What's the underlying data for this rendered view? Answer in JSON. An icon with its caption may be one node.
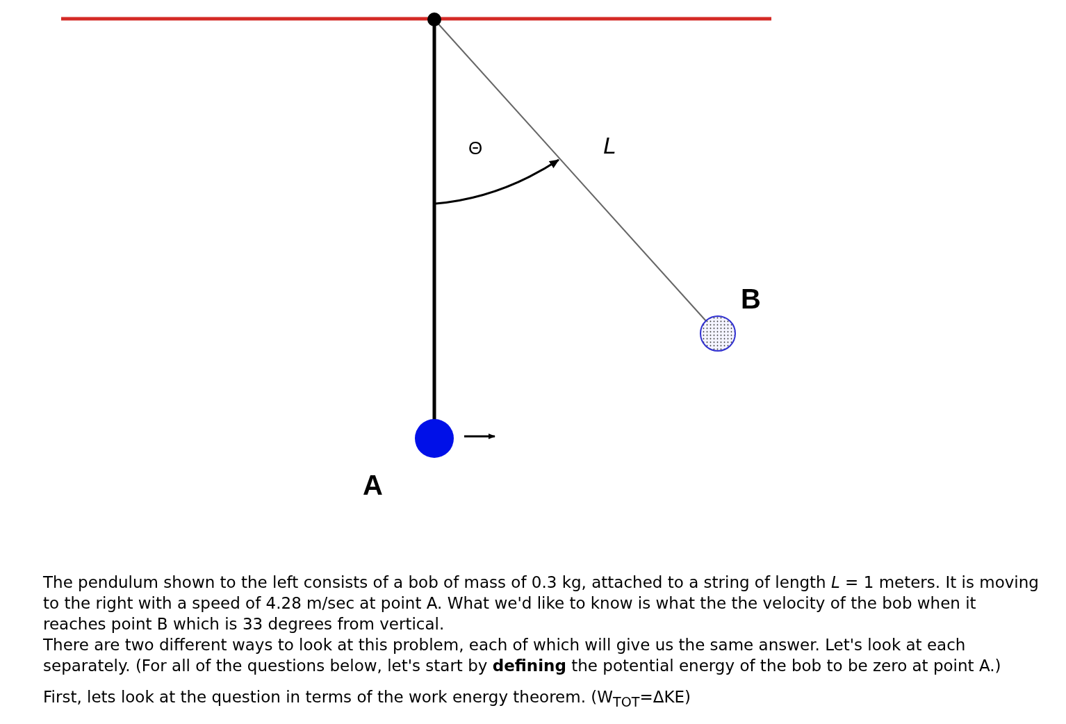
{
  "diagram": {
    "labels": [
      "Θ",
      "L",
      "B",
      "A",
      "The pendulum shown to the left consists of a bob of mass of 0.3 kg, attached to a string of length *L* = 1 meters. It is moving to the right with a speed of 4.28 m/sec at point A. What we'd like to know is what the the velocity of the bob when it reaches point B which is 33 degrees from vertical.",
      "There are two different ways to look at this problem, each of which will give us the same answer. Let's look at each separately. (For all of the questions below, let's start by **defining** the potential energy of the bob to be zero at point A.)",
      "First, lets look at the question in terms of the work energy theorem. (W$_{TOT}$=ΔKE)"
    ]
  }
}
